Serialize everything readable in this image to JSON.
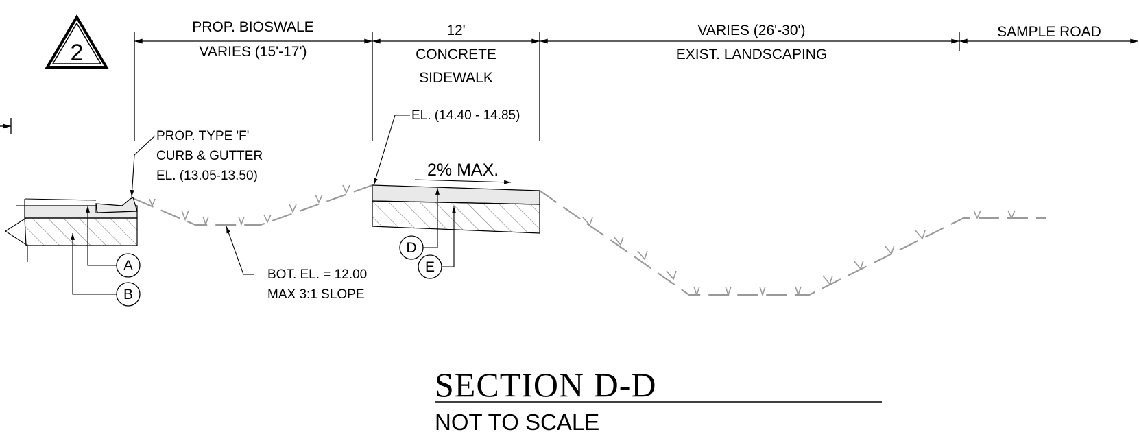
{
  "detail_marker": {
    "number": "2"
  },
  "dimensions": {
    "bioswale": {
      "line1": "PROP. BIOSWALE",
      "line2": "VARIES (15'-17')"
    },
    "sidewalk": {
      "line1": "12'",
      "line2": "CONCRETE",
      "line3": "SIDEWALK"
    },
    "landscaping": {
      "line1": "VARIES (26'-30')",
      "line2": "EXIST. LANDSCAPING"
    },
    "road": {
      "line1": "SAMPLE ROAD"
    }
  },
  "callouts": {
    "curb": {
      "line1": "PROP. TYPE 'F'",
      "line2": "CURB & GUTTER",
      "line3": "EL. (13.05-13.50)"
    },
    "sidewalk_el": {
      "text": "EL. (14.40 - 14.85)"
    },
    "slope": {
      "text": "2% MAX."
    },
    "bottom": {
      "line1": "BOT. EL. = 12.00",
      "line2": "MAX 3:1 SLOPE"
    }
  },
  "keys": {
    "a": "A",
    "b": "B",
    "d": "D",
    "e": "E"
  },
  "title": {
    "main": "SECTION D-D",
    "sub": "NOT TO SCALE"
  }
}
